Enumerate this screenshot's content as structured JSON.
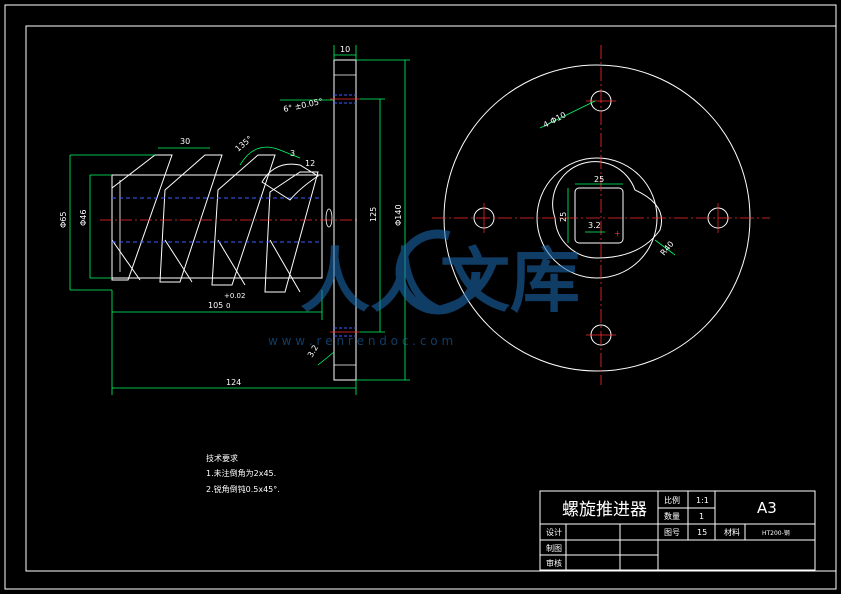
{
  "title_block": {
    "part_name": "螺旋推进器",
    "scale_label": "比例",
    "scale_value": "1:1",
    "qty_label": "数量",
    "qty_value": "1",
    "sheet_format": "A3",
    "drawing_no_label": "图号",
    "drawing_no_value": "15",
    "material_label": "材料",
    "material_value": "HT200-钢",
    "designer_label": "设计",
    "drafter_label": "制图",
    "reviewer_label": "审核"
  },
  "notes": {
    "heading": "技术要求",
    "line1": "1.未注倒角为2x45.",
    "line2": "2.锐角倒钝0.5x45°."
  },
  "dimensions": {
    "flange_thickness": "10",
    "chamfer_angle": "6° ±0.05°",
    "pitch": "30",
    "helix_angle": "135°",
    "groove_depth": "3",
    "groove_width": "12",
    "outer_dia": "Φ65",
    "root_dia": "Φ46",
    "screw_length": "105",
    "screw_length_tol_upper": "+0.02",
    "screw_length_tol_lower": "0",
    "bolt_circle": "125",
    "flange_dia": "Φ140",
    "total_length": "124",
    "flange_chamfer": "3.2",
    "slot_width": "25",
    "slot_height": "25",
    "surface_finish": "3.2",
    "hole_spec": "4-Φ10",
    "cam_radius": "R40"
  },
  "watermark": {
    "brand": "人人文库",
    "url": "w w w . r e n r e n d o c . c o m"
  }
}
